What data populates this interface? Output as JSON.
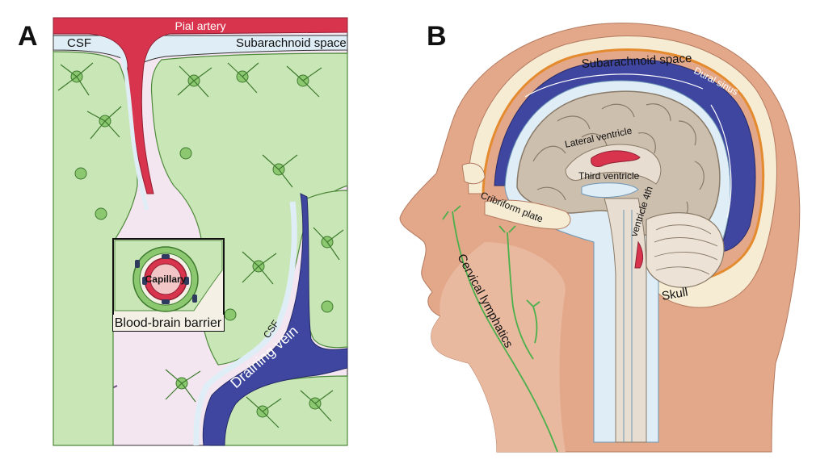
{
  "panel_a": {
    "letter": "A",
    "labels": {
      "pial_artery": "Pial artery",
      "csf_top": "CSF",
      "subarachnoid_space": "Subarachnoid space",
      "capillary": "Capillary",
      "blood_brain_barrier": "Blood-brain barrier",
      "csf_vein": "CSF",
      "draining_vein": "Draining vein"
    }
  },
  "panel_b": {
    "letter": "B",
    "labels": {
      "subarachnoid_space": "Subarachnoid space",
      "dural_sinus": "Dural sinus",
      "lateral_ventricle": "Lateral ventricle",
      "third_ventricle": "Third ventricle",
      "cribriform_plate": "Cribriform plate",
      "ventricle_4th": "ventricle 4th",
      "cervical_lymphatics": "Cervical lymphatics",
      "skull": "Skull"
    }
  },
  "colors": {
    "artery": "#d8344e",
    "vein": "#3f46a0",
    "astrocyte": "#8cc870",
    "astrocyte_dark": "#4f8a3c",
    "neuron": "#b893c4",
    "csf": "#dfeef6",
    "brain": "#cdbfae",
    "skin": "#e3a88a",
    "skull": "#f6ecd3",
    "dura": "#e58b2f",
    "lymph": "#4bb04b"
  }
}
